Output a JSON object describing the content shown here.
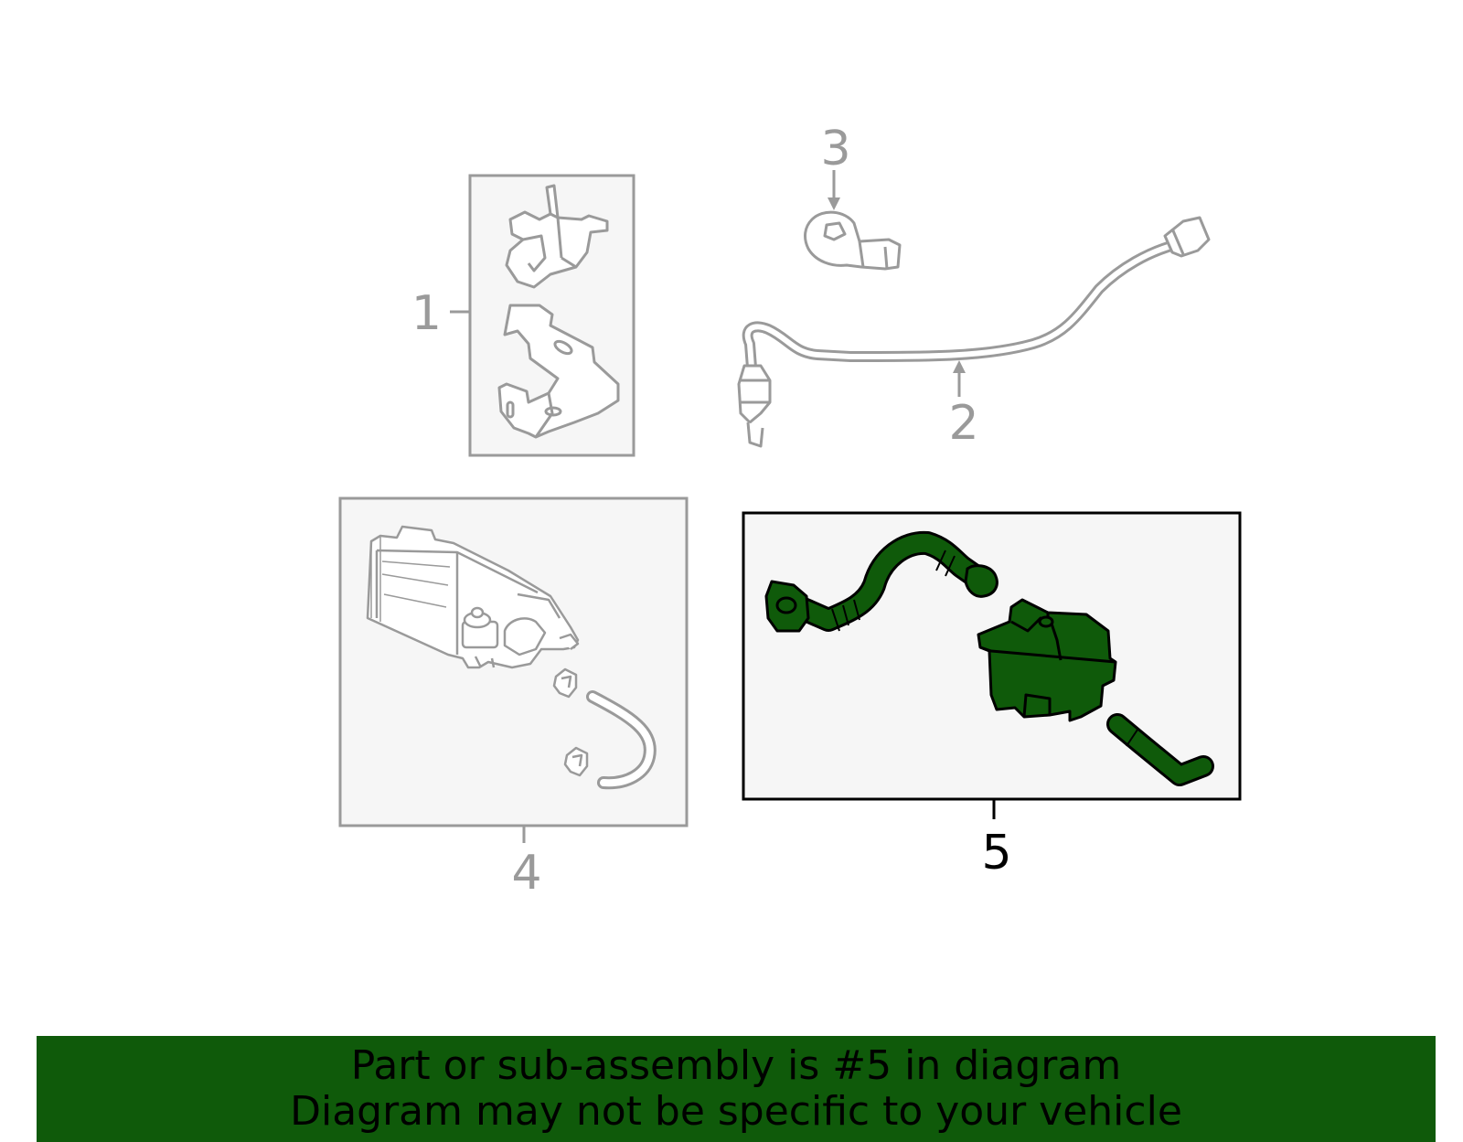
{
  "diagram": {
    "callouts": {
      "c1": "1",
      "c2": "2",
      "c3": "3",
      "c4": "4",
      "c5": "5"
    },
    "highlighted_part": "5"
  },
  "banner": {
    "line1": "Part or sub-assembly is #5 in diagram",
    "line2": "Diagram may not be specific to your vehicle"
  },
  "colors": {
    "inactive_line": "#9a9a9a",
    "panel_fill": "#f6f6f6",
    "highlight_fill": "#0f5a0a",
    "highlight_stroke": "#000000",
    "banner_bg": "#0f5a0a"
  }
}
